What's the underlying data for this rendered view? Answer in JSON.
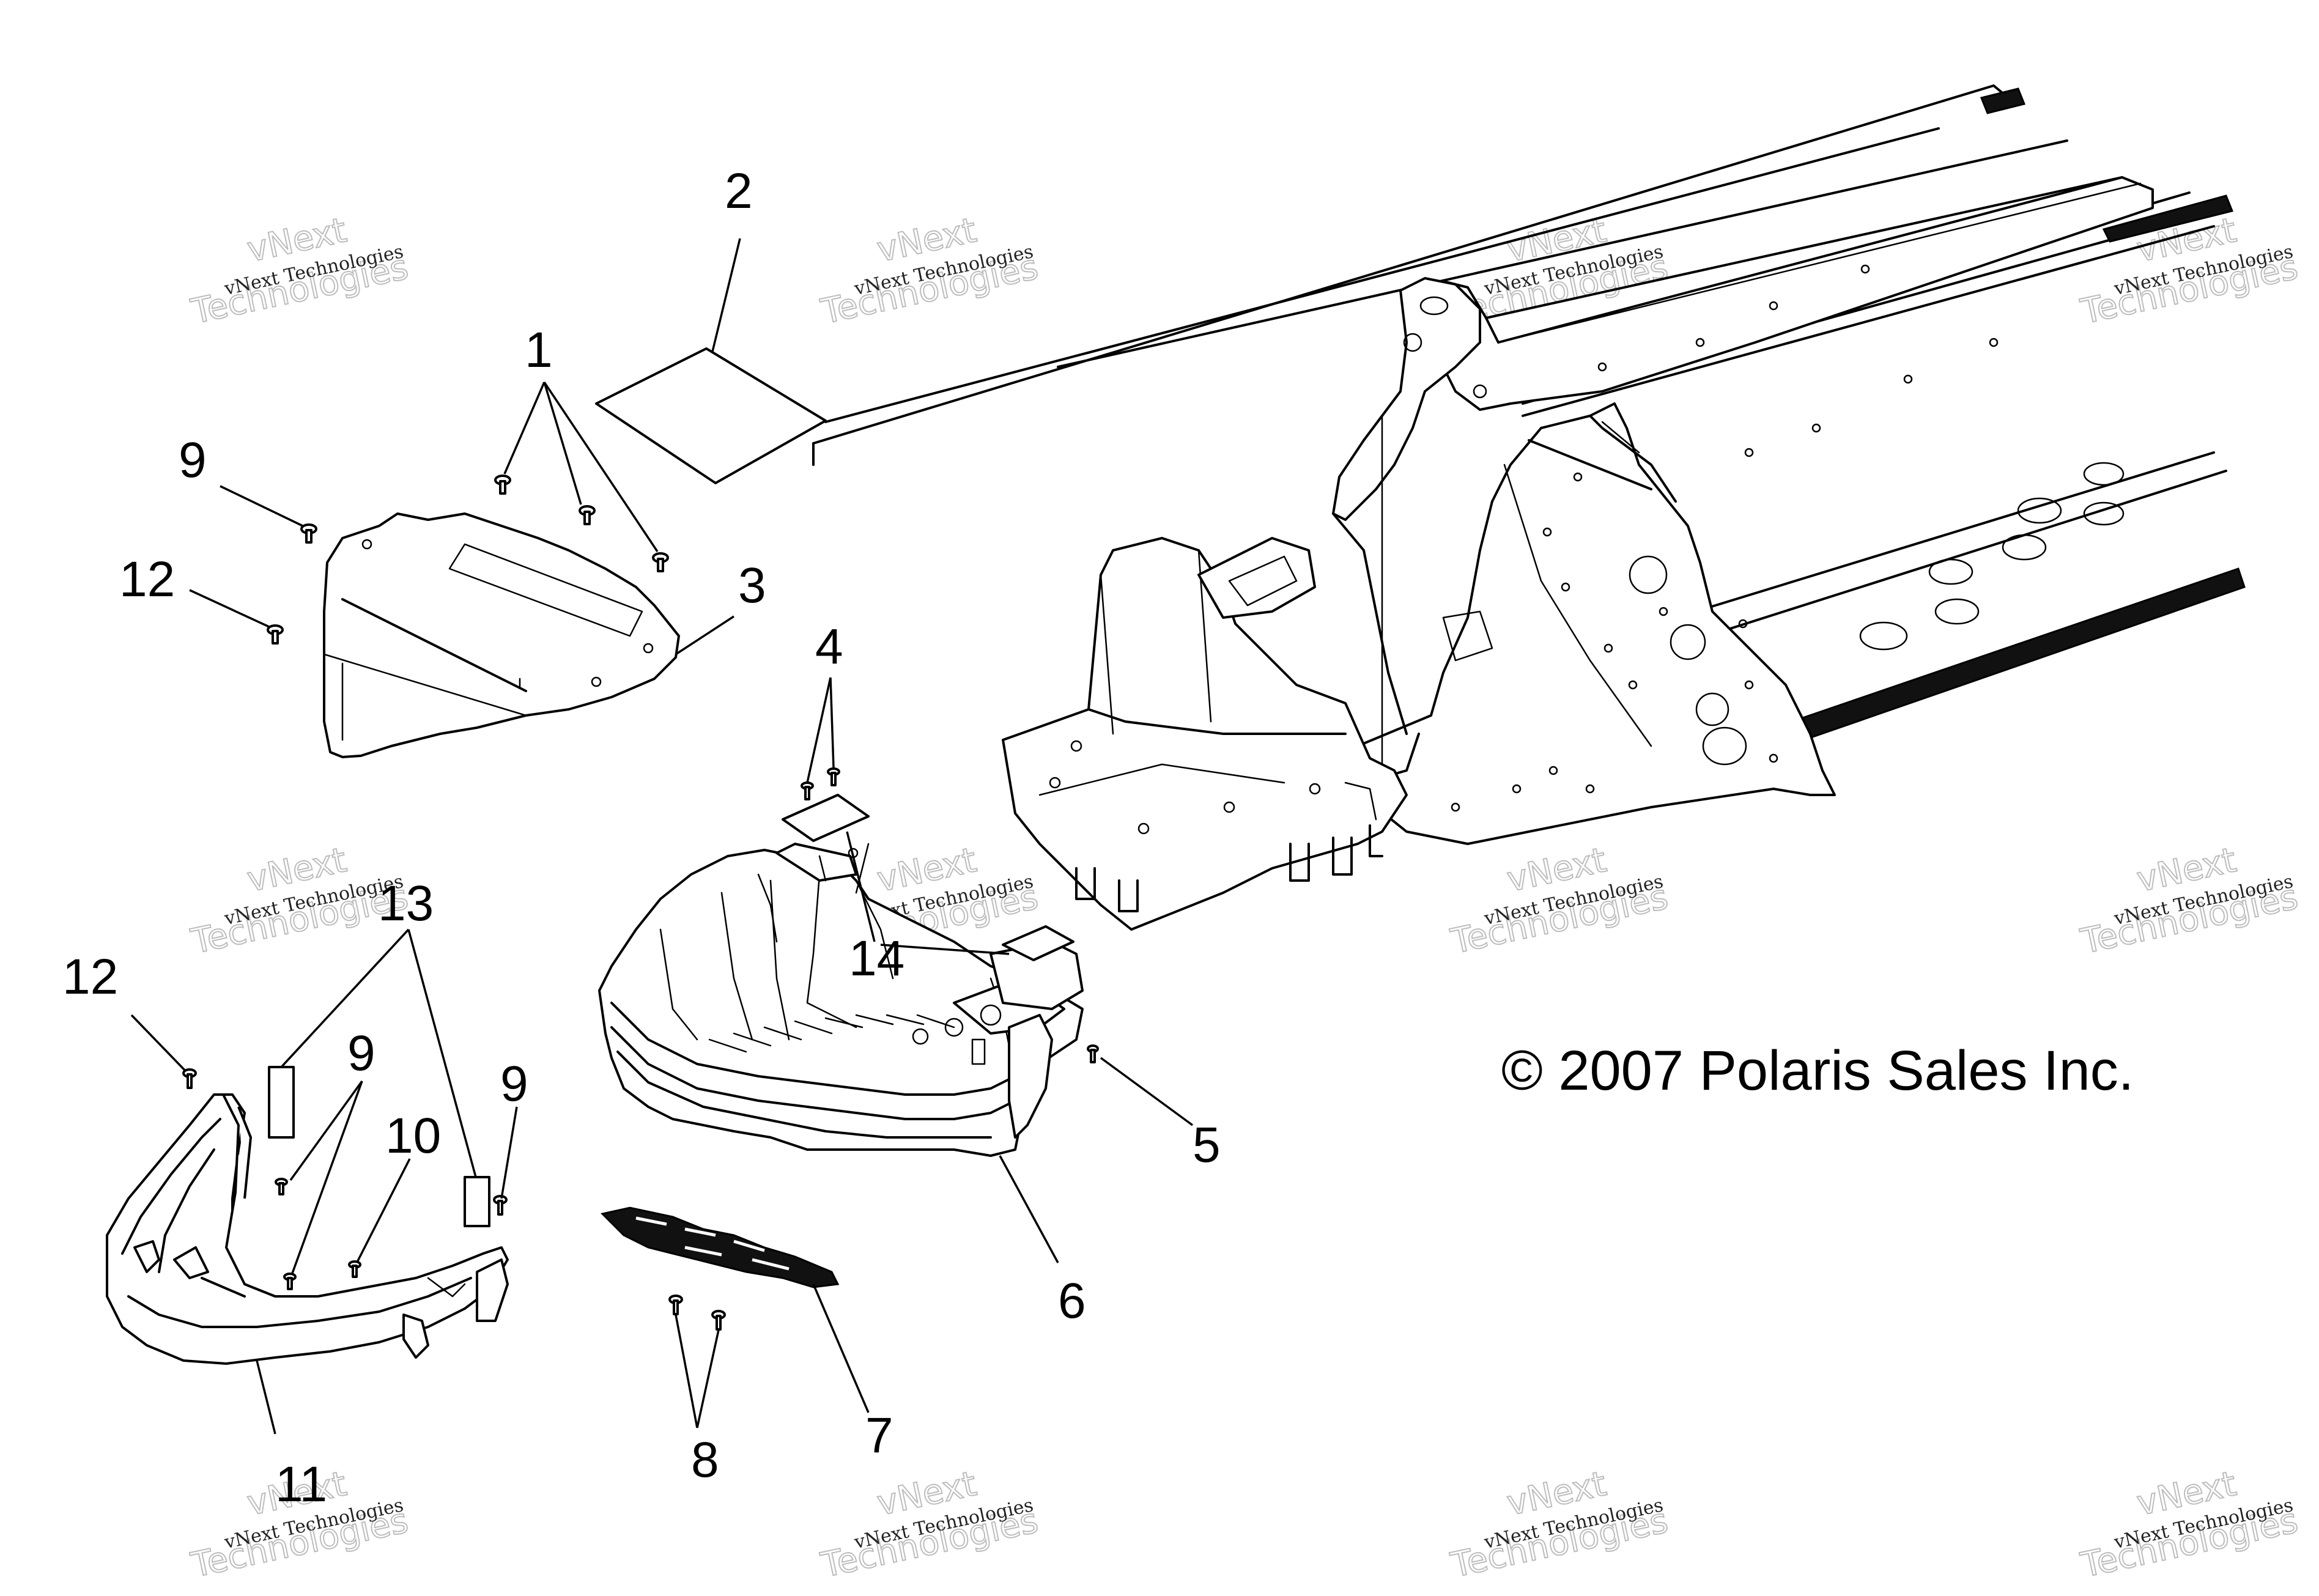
{
  "copyright": "© 2007 Polaris Sales Inc.",
  "watermark": {
    "line1": "vNext",
    "line2": "Technologies",
    "small": "vNext Technologies"
  },
  "callouts": {
    "c1": "1",
    "c2": "2",
    "c3": "3",
    "c4": "4",
    "c5": "5",
    "c6": "6",
    "c7": "7",
    "c8": "8",
    "c9a": "9",
    "c9b": "9",
    "c9c": "9",
    "c10": "10",
    "c11": "11",
    "c12a": "12",
    "c12b": "12",
    "c13": "13",
    "c14": "14"
  }
}
